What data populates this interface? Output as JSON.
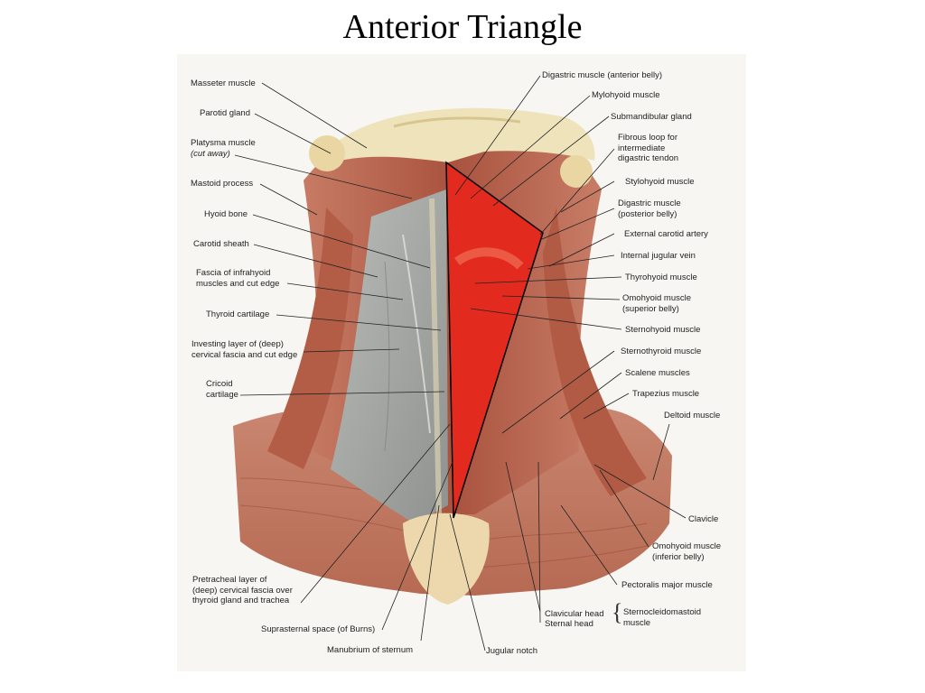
{
  "title": "Anterior Triangle",
  "labels": {
    "masseter": "Masseter muscle",
    "parotid": "Parotid gland",
    "platysma": "Platysma muscle",
    "platysma_note": "(cut away)",
    "mastoid": "Mastoid process",
    "hyoid": "Hyoid bone",
    "carotid_sheath": "Carotid sheath",
    "fascia_infrahyoid": "Fascia of infrahyoid\nmuscles and cut edge",
    "thyroid_cart": "Thyroid cartilage",
    "investing": "Investing layer of (deep)\ncervical fascia and cut edge",
    "cricoid": "Cricoid\ncartilage",
    "pretracheal": "Pretracheal layer of\n(deep) cervical fascia over\nthyroid gland and trachea",
    "suprasternal": "Suprasternal space (of Burns)",
    "manubrium": "Manubrium of sternum",
    "jugular_notch": "Jugular notch",
    "digastric_ant": "Digastric muscle (anterior belly)",
    "mylohyoid": "Mylohyoid muscle",
    "submandibular": "Submandibular gland",
    "fibrous_loop": "Fibrous loop for\nintermediate\ndigastric tendon",
    "stylohyoid": "Stylohyoid muscle",
    "digastric_post": "Digastric muscle\n(posterior belly)",
    "ext_carotid": "External carotid artery",
    "int_jugular": "Internal jugular vein",
    "thyrohyoid": "Thyrohyoid muscle",
    "omohyoid_sup": "Omohyoid muscle\n(superior belly)",
    "sternohyoid": "Sternohyoid muscle",
    "sternothyroid": "Sternothyroid muscle",
    "scalene": "Scalene muscles",
    "trapezius": "Trapezius muscle",
    "deltoid": "Deltoid muscle",
    "clavicle": "Clavicle",
    "omohyoid_inf": "Omohyoid muscle\n(inferior belly)",
    "pectoralis": "Pectoralis major muscle",
    "clavicular_head": "Clavicular head",
    "sternal_head": "Sternal head",
    "brace": "{",
    "scm": "Sternocleidomastoid\nmuscle"
  },
  "colors": {
    "triangle_fill": "#e32a1e",
    "muscle": "#b5614d",
    "fascia": "#a6a8a4",
    "bone": "#efe3bc"
  }
}
